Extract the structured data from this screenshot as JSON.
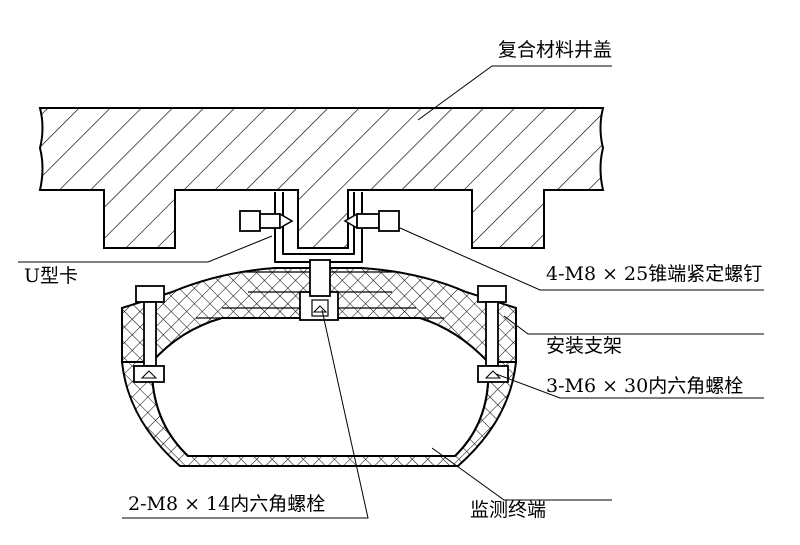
{
  "labels": {
    "cover": "复合材料井盖",
    "u_clip": "U型卡",
    "set_screw": "4-M8 × 25锥端紧定螺钉",
    "bracket": "安装支架",
    "m6_bolt": "3-M6 × 30内六角螺栓",
    "m8_bolt": "2-M8 × 14内六角螺栓",
    "terminal": "监测终端"
  },
  "colors": {
    "line": "#000000",
    "background": "#ffffff"
  }
}
